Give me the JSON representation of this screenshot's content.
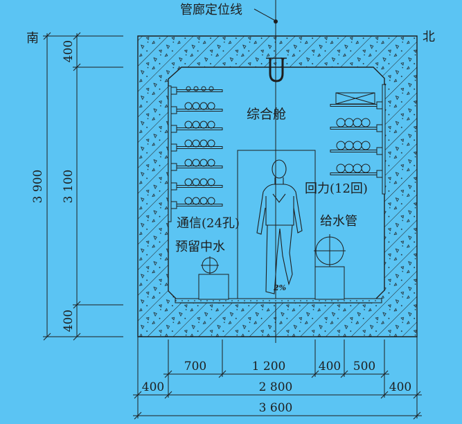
{
  "colors": {
    "background": "#5bc4f3",
    "line": "#1e1e1e"
  },
  "labels": {
    "locator_line": "管廊定位线",
    "south": "南",
    "north": "北",
    "compartment": "综合舱",
    "telecom": "通信(24孔)",
    "power": "回力(12回)",
    "reclaimed_water": "预留中水",
    "water_supply": "给水管",
    "slope": "2%"
  },
  "dims": {
    "left_total": "3 900",
    "left_top": "400",
    "left_mid": "3 100",
    "left_bot": "400",
    "row1": [
      "700",
      "1 200",
      "400",
      "500"
    ],
    "row2": [
      "400",
      "2 800",
      "400"
    ],
    "row3": "3 600"
  }
}
